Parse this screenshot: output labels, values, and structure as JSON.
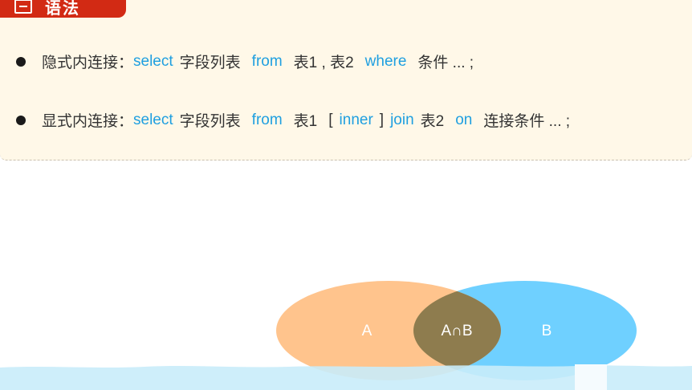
{
  "section": {
    "title": "语法"
  },
  "implicit_join": {
    "prefix": "隐式内连接：",
    "select_kw": "select",
    "field_list": "字段列表",
    "from_kw": "from",
    "tables": "表1 , 表2",
    "where_kw": "where",
    "condition": "条件 ... ;"
  },
  "explicit_join": {
    "prefix": "显式内连接：",
    "select_kw": "select",
    "field_list": "字段列表",
    "from_kw": "from",
    "table1": "表1",
    "bracket_open": "[",
    "inner_kw": "inner",
    "bracket_close": "]",
    "join_kw": "join",
    "table2": "表2",
    "on_kw": "on",
    "condition": "连接条件 ... ;"
  },
  "venn": {
    "label_a": "A",
    "label_b": "B",
    "label_intersection": "A∩B",
    "color_a": "#ffc48d",
    "color_b": "#6fd0ff",
    "color_intersection": "#8e7c4e"
  },
  "colors": {
    "tab_red": "#d22a14",
    "keyword_blue": "#1f9fe0",
    "panel_bg": "#fff8e8"
  }
}
